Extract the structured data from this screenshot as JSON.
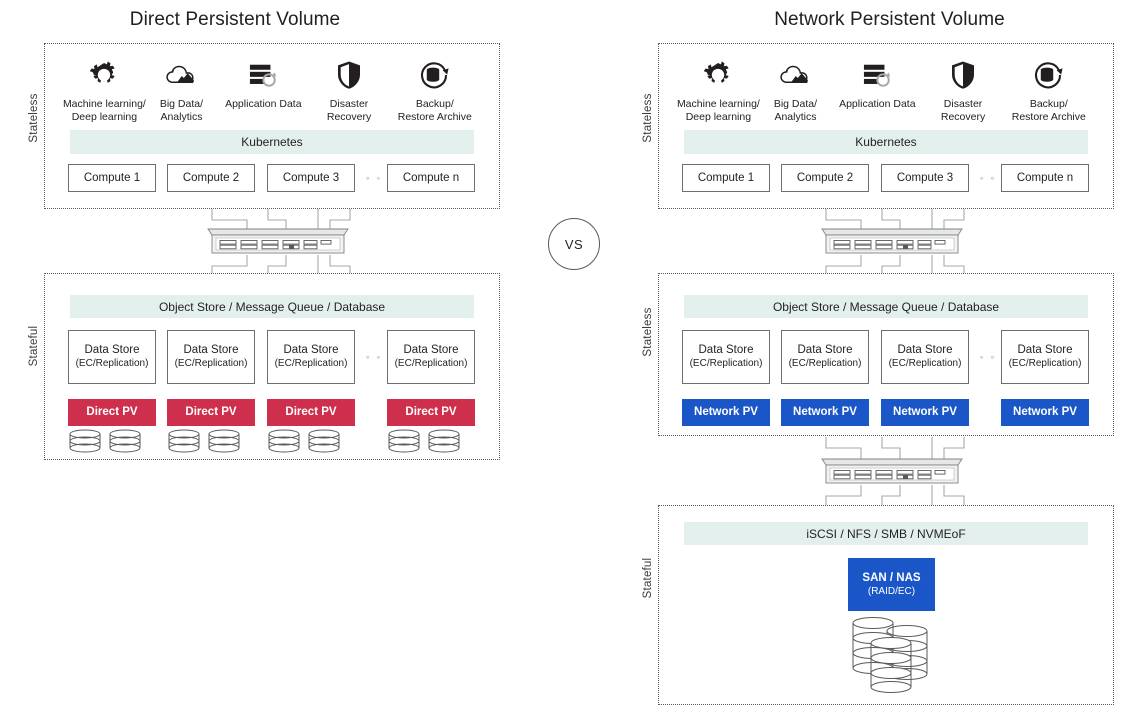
{
  "colors": {
    "direct_pv": "#cd2f4d",
    "network_pv": "#1a56c8",
    "san_nas": "#1a56c8",
    "band": "#e2efec",
    "stroke": "#6d6e71"
  },
  "vs_label": "VS",
  "workloads": [
    {
      "icon": "neural-network-icon",
      "label": "Machine learning/\nDeep learning"
    },
    {
      "icon": "cloud-analytics-icon",
      "label": "Big Data/\nAnalytics"
    },
    {
      "icon": "application-data-icon",
      "label": "Application Data"
    },
    {
      "icon": "shield-icon",
      "label": "Disaster\nRecovery"
    },
    {
      "icon": "backup-restore-icon",
      "label": "Backup/\nRestore Archive"
    }
  ],
  "left": {
    "title": "Direct Persistent Volume",
    "stateless_label": "Stateless",
    "stateful_label": "Stateful",
    "kubernetes_band": "Kubernetes",
    "compute_nodes": [
      "Compute 1",
      "Compute 2",
      "Compute 3",
      "Compute n"
    ],
    "compute_ellipsis": "◦ ◦ ◦",
    "datastore_band": "Object Store / Message Queue / Database",
    "datastores": [
      {
        "name": "Data Store",
        "sub": "(EC/Replication)"
      },
      {
        "name": "Data Store",
        "sub": "(EC/Replication)"
      },
      {
        "name": "Data Store",
        "sub": "(EC/Replication)"
      },
      {
        "name": "Data Store",
        "sub": "(EC/Replication)"
      }
    ],
    "datastore_ellipsis": "◦ ◦ ◦",
    "pv_label": "Direct PV",
    "pv_count": 4
  },
  "right": {
    "title": "Network Persistent Volume",
    "stateless_top_label": "Stateless",
    "stateless_mid_label": "Stateless",
    "stateful_label": "Stateful",
    "kubernetes_band": "Kubernetes",
    "compute_nodes": [
      "Compute 1",
      "Compute 2",
      "Compute 3",
      "Compute n"
    ],
    "compute_ellipsis": "◦ ◦ ◦",
    "datastore_band": "Object Store / Message Queue / Database",
    "datastores": [
      {
        "name": "Data Store",
        "sub": "(EC/Replication)"
      },
      {
        "name": "Data Store",
        "sub": "(EC/Replication)"
      },
      {
        "name": "Data Store",
        "sub": "(EC/Replication)"
      },
      {
        "name": "Data Store",
        "sub": "(EC/Replication)"
      }
    ],
    "datastore_ellipsis": "◦ ◦ ◦",
    "pv_label": "Network PV",
    "pv_count": 4,
    "protocol_band": "iSCSI / NFS / SMB / NVMEoF",
    "san_nas": {
      "name": "SAN / NAS",
      "sub": "(RAID/EC)"
    }
  }
}
